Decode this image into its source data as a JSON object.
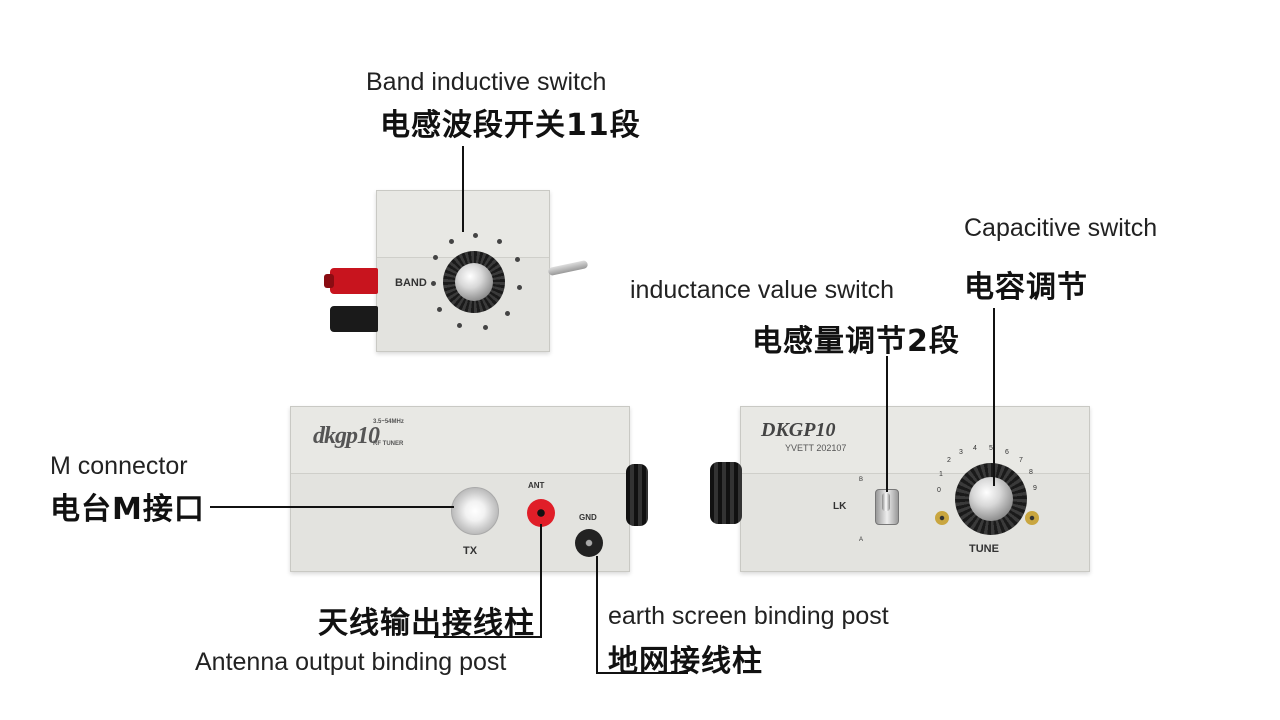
{
  "labels": {
    "band_en": "Band inductive switch",
    "band_zh": "电感波段开关11段",
    "cap_en": "Capacitive switch",
    "cap_zh": "电容调节",
    "ind_en": "inductance value switch",
    "ind_zh": "电感量调节2段",
    "m_en": "M connector",
    "m_zh": "电台M接口",
    "ant_zh": "天线输出接线柱",
    "ant_en": "Antenna output binding post",
    "earth_en": "earth screen binding post",
    "earth_zh": "地网接线柱"
  },
  "device": {
    "band_panel_label": "BAND",
    "front_logo": "dkgp10",
    "front_logo_sub1": "3.5~54MHz",
    "front_logo_sub2": "RF TUNER",
    "tx_label": "TX",
    "ant_label": "ANT",
    "gnd_label": "GND",
    "rear_model": "DKGP10",
    "rear_serial": "YVETT 202107",
    "lk_label": "LK",
    "switch_b": "B",
    "switch_a": "A",
    "tune_label": "TUNE",
    "tune_scale": [
      "0",
      "1",
      "2",
      "3",
      "4",
      "5",
      "6",
      "7",
      "8",
      "9"
    ]
  },
  "colors": {
    "red_post": "#c8141e",
    "black_post": "#1a1a1a",
    "case": "#e3e3df"
  }
}
